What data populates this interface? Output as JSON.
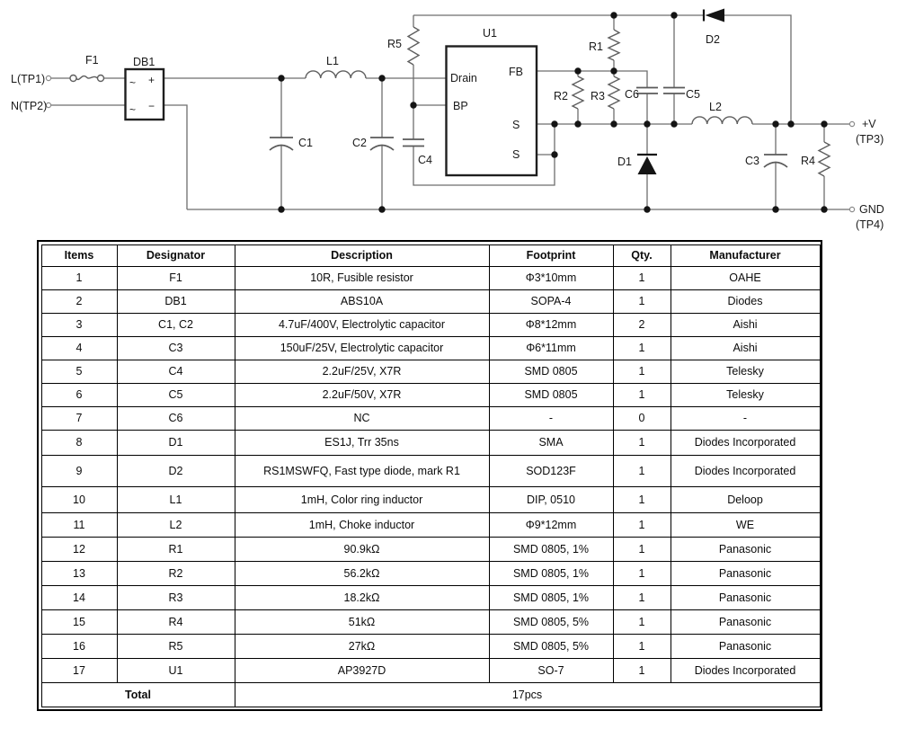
{
  "schematic": {
    "terminals": {
      "tp1": "L(TP1)",
      "tp2": "N(TP2)",
      "tp3": "+V",
      "tp3_sub": "(TP3)",
      "tp4": "GND",
      "tp4_sub": "(TP4)"
    },
    "components": {
      "f1": "F1",
      "db1": "DB1",
      "l1": "L1",
      "c1": "C1",
      "c2": "C2",
      "c4": "C4",
      "r5": "R5",
      "u1": "U1",
      "r1": "R1",
      "r2": "R2",
      "r3": "R3",
      "c6": "C6",
      "c5": "C5",
      "d2": "D2",
      "d1": "D1",
      "l2": "L2",
      "c3": "C3",
      "r4": "R4"
    },
    "u1_pins": {
      "drain": "Drain",
      "bp": "BP",
      "fb": "FB",
      "s1": "S",
      "s2": "S"
    },
    "db1_marks": {
      "ac1": "~",
      "plus": "+",
      "ac2": "~",
      "minus": "−"
    }
  },
  "bom": {
    "headers": [
      "Items",
      "Designator",
      "Description",
      "Footprint",
      "Qty.",
      "Manufacturer"
    ],
    "rows": [
      [
        "1",
        "F1",
        "10R, Fusible resistor",
        "Φ3*10mm",
        "1",
        "OAHE"
      ],
      [
        "2",
        "DB1",
        "ABS10A",
        "SOPA-4",
        "1",
        "Diodes"
      ],
      [
        "3",
        "C1, C2",
        "4.7uF/400V, Electrolytic capacitor",
        "Φ8*12mm",
        "2",
        "Aishi"
      ],
      [
        "4",
        "C3",
        "150uF/25V, Electrolytic capacitor",
        "Φ6*11mm",
        "1",
        "Aishi"
      ],
      [
        "5",
        "C4",
        "2.2uF/25V, X7R",
        "SMD 0805",
        "1",
        "Telesky"
      ],
      [
        "6",
        "C5",
        "2.2uF/50V, X7R",
        "SMD 0805",
        "1",
        "Telesky"
      ],
      [
        "7",
        "C6",
        "NC",
        "-",
        "0",
        "-"
      ],
      [
        "8",
        "D1",
        "ES1J, Trr 35ns",
        "SMA",
        "1",
        "Diodes Incorporated"
      ],
      [
        "9",
        "D2",
        "RS1MSWFQ, Fast type diode, mark R1",
        "SOD123F",
        "1",
        "Diodes Incorporated"
      ],
      [
        "10",
        "L1",
        "1mH, Color ring inductor",
        "DIP, 0510",
        "1",
        "Deloop"
      ],
      [
        "11",
        "L2",
        "1mH, Choke inductor",
        "Φ9*12mm",
        "1",
        "WE"
      ],
      [
        "12",
        "R1",
        "90.9kΩ",
        "SMD 0805, 1%",
        "1",
        "Panasonic"
      ],
      [
        "13",
        "R2",
        "56.2kΩ",
        "SMD 0805, 1%",
        "1",
        "Panasonic"
      ],
      [
        "14",
        "R3",
        "18.2kΩ",
        "SMD 0805, 1%",
        "1",
        "Panasonic"
      ],
      [
        "15",
        "R4",
        "51kΩ",
        "SMD 0805, 5%",
        "1",
        "Panasonic"
      ],
      [
        "16",
        "R5",
        "27kΩ",
        "SMD 0805, 5%",
        "1",
        "Panasonic"
      ],
      [
        "17",
        "U1",
        "AP3927D",
        "SO-7",
        "1",
        "Diodes Incorporated"
      ]
    ],
    "total_label": "Total",
    "total_value": "17pcs"
  },
  "colors": {
    "background": "#ffffff",
    "wire": "#6e6e6e",
    "ink": "#1a1a1a",
    "table_border": "#000000"
  }
}
